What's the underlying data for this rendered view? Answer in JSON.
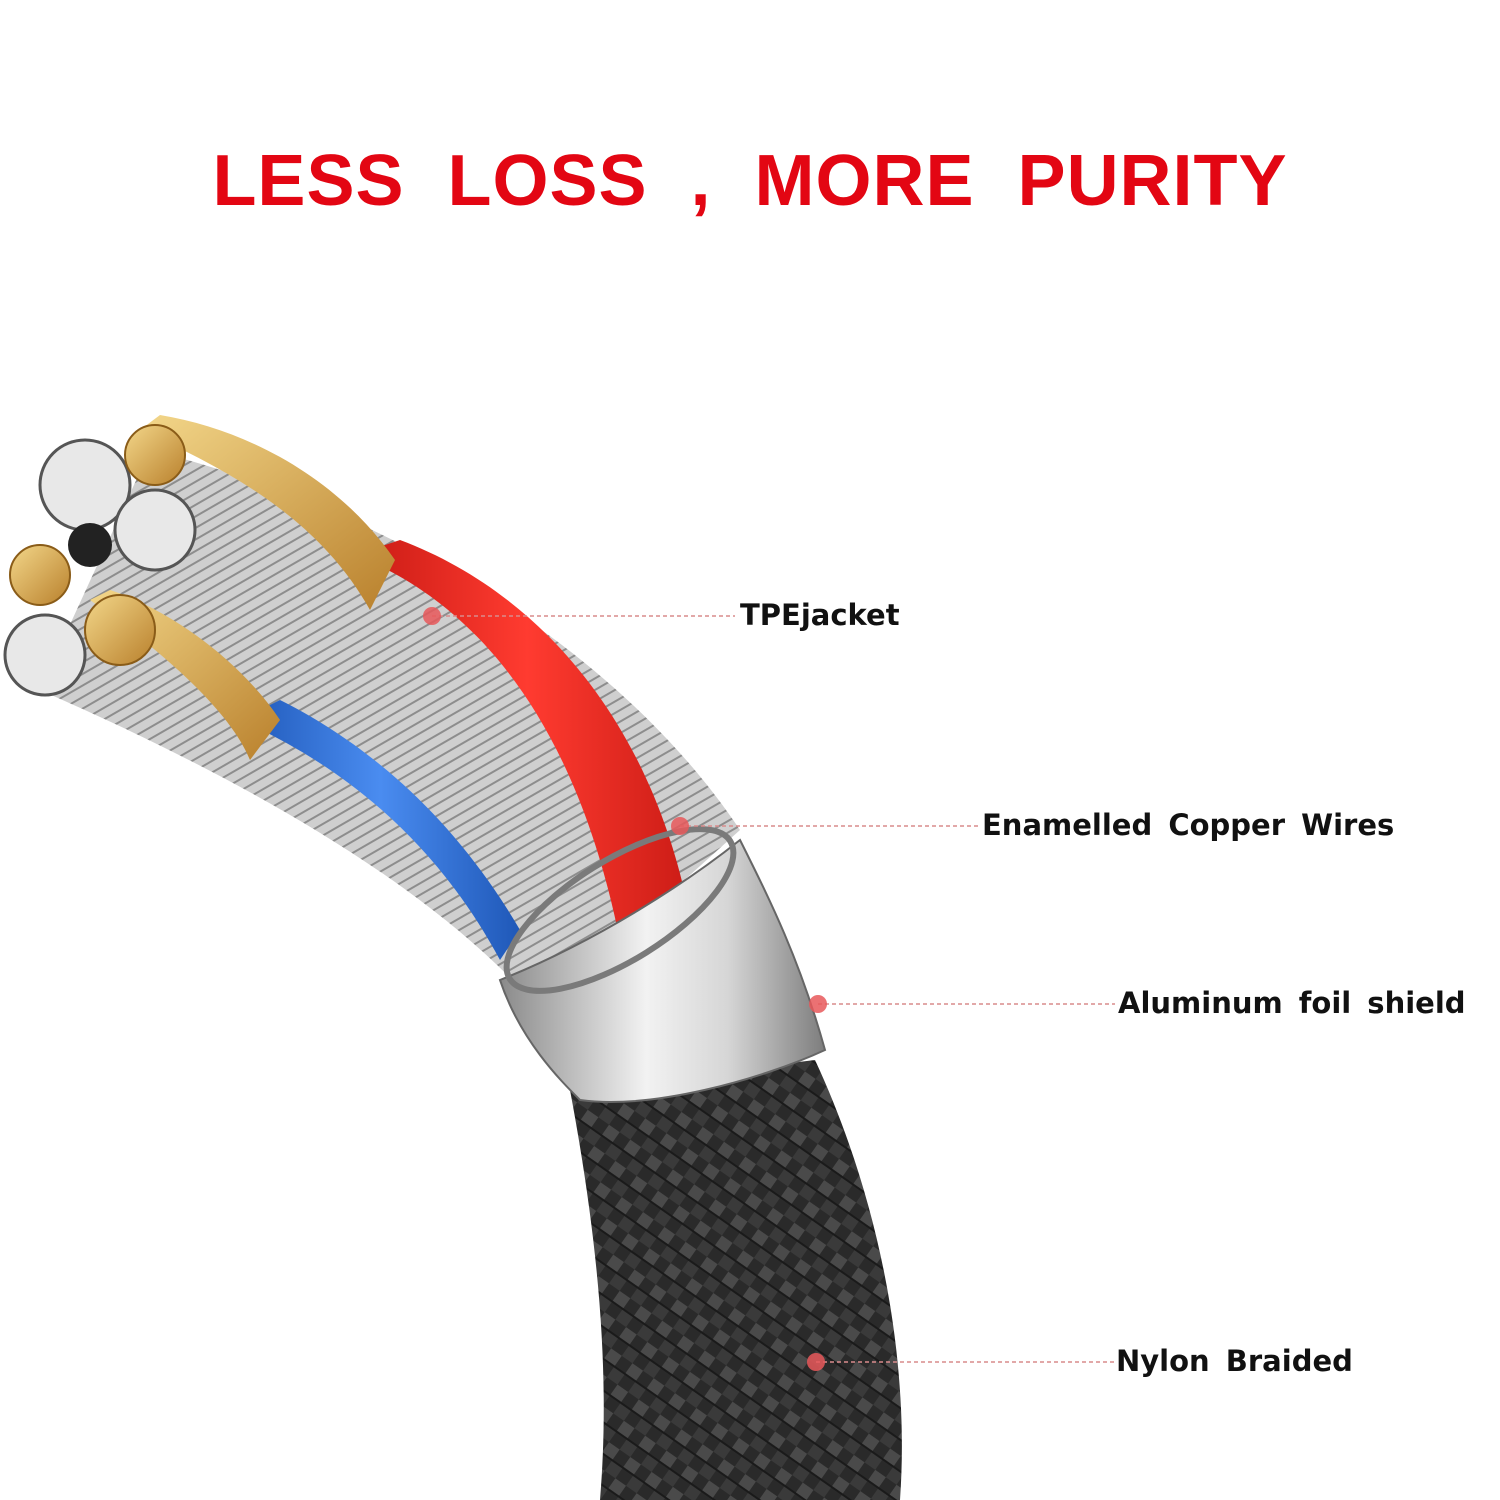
{
  "headline": {
    "text": "LESS LOSS , MORE PURITY",
    "color": "#e30613"
  },
  "callouts": [
    {
      "label": "TPEjacket"
    },
    {
      "label": "Enamelled Copper Wires"
    },
    {
      "label": "Aluminum foil shield"
    },
    {
      "label": "Nylon Braided"
    }
  ],
  "colors": {
    "braid": "#2b2b2b",
    "shield": "#c9c9c9",
    "red_wire": "#ef2b23",
    "blue_wire": "#2f73d8",
    "copper": "#d8a545",
    "silver_strands": "#bfbfbf",
    "marker": "#e8585a"
  }
}
